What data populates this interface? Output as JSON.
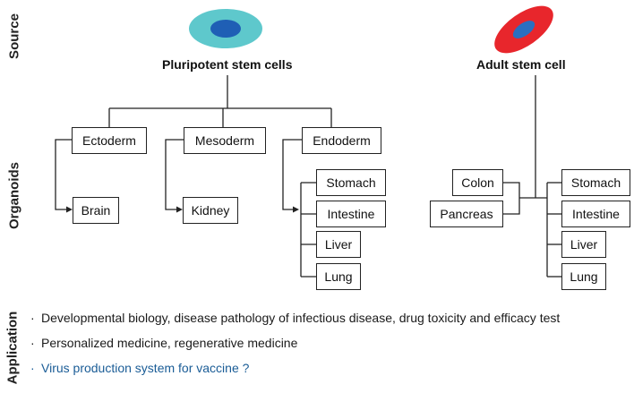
{
  "side_labels": {
    "source": "Source",
    "organoids": "Organoids",
    "application": "Application"
  },
  "sources": {
    "pluripotent": "Pluripotent stem cells",
    "adult": "Adult stem cell"
  },
  "germ_layers": {
    "ectoderm": "Ectoderm",
    "mesoderm": "Mesoderm",
    "endoderm": "Endoderm"
  },
  "pluripotent_organoids": {
    "brain": "Brain",
    "kidney": "Kidney",
    "stomach": "Stomach",
    "intestine": "Intestine",
    "liver": "Liver",
    "lung": "Lung"
  },
  "adult_inputs": {
    "colon": "Colon",
    "pancreas": "Pancreas"
  },
  "adult_organoids": {
    "stomach": "Stomach",
    "intestine": "Intestine",
    "liver": "Liver",
    "lung": "Lung"
  },
  "applications": [
    {
      "bullet": "·",
      "text": "Developmental biology, disease pathology of infectious disease, drug toxicity and efficacy test"
    },
    {
      "bullet": "·",
      "text": "Personalized medicine, regenerative medicine"
    },
    {
      "bullet": "·",
      "text": "Virus production system for vaccine ?"
    }
  ],
  "colors": {
    "pluripotent_cell_outer": "#5ec8cc",
    "pluripotent_cell_nucleus": "#1f5fb5",
    "adult_cell_outer": "#e8262c",
    "adult_cell_nucleus": "#2a6fc0",
    "vaccine_text": "#1a5c96",
    "line": "#222222"
  }
}
